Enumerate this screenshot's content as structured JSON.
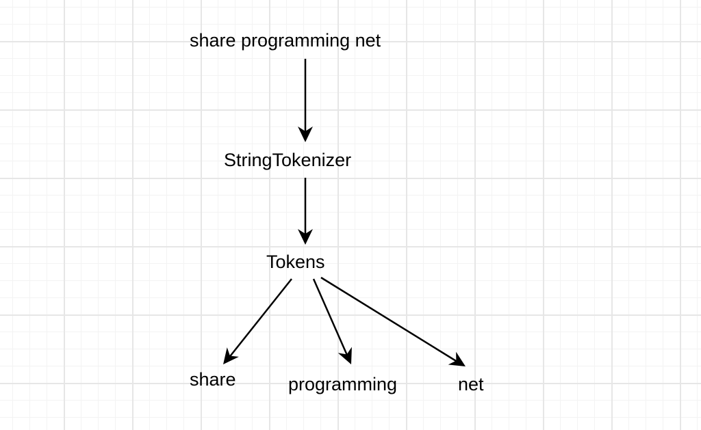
{
  "diagram": {
    "type": "flow",
    "background": "grid",
    "colors": {
      "text": "#000000",
      "edge": "#000000",
      "grid_major": "#e6e6e6",
      "grid_minor": "#f3f3f3"
    },
    "nodes": {
      "input": {
        "label": "share programming net"
      },
      "tokenizer": {
        "label": "StringTokenizer"
      },
      "tokens": {
        "label": "Tokens"
      },
      "token_share": {
        "label": "share"
      },
      "token_programming": {
        "label": "programming"
      },
      "token_net": {
        "label": "net"
      }
    },
    "edges": [
      {
        "from": "share programming net",
        "to": "StringTokenizer"
      },
      {
        "from": "StringTokenizer",
        "to": "Tokens"
      },
      {
        "from": "Tokens",
        "to": "share"
      },
      {
        "from": "Tokens",
        "to": "programming"
      },
      {
        "from": "Tokens",
        "to": "net"
      }
    ]
  }
}
